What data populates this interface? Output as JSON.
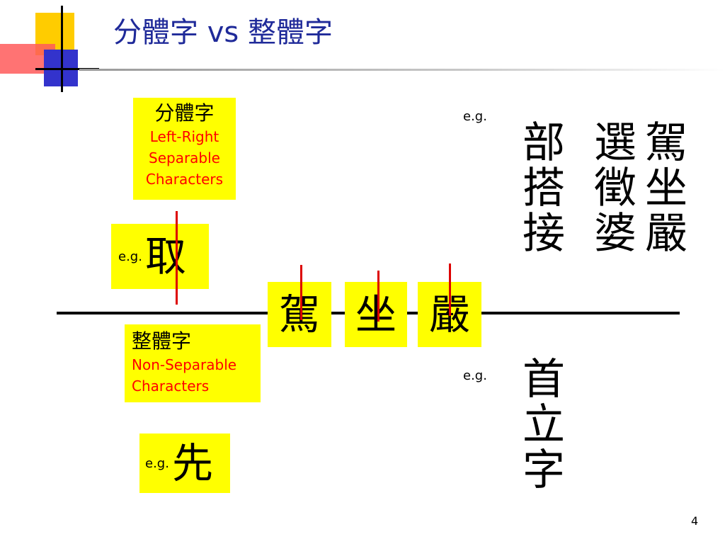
{
  "slide": {
    "title": "分體字 vs 整體字",
    "page_number": "4",
    "accent_color": "#1f2a99",
    "highlight_color": "#ffff00"
  },
  "separable": {
    "cjk_label": "分體字",
    "en_line1": "Left-Right",
    "en_line2": "Separable",
    "en_line3": "Characters",
    "example_eg": "e.g.",
    "example_char": "取"
  },
  "non_separable": {
    "cjk_label": "整體字",
    "en_line1": "Non-Separable",
    "en_line2": "Characters",
    "example_eg": "e.g.",
    "example_char": "先"
  },
  "middle": {
    "chars": [
      "駕",
      "坐",
      "嚴"
    ]
  },
  "right_top": {
    "eg": "e.g.",
    "col1": [
      "部",
      "搭",
      "接"
    ],
    "col2": [
      "選",
      "徵",
      "婆"
    ],
    "col3": [
      "駕",
      "坐",
      "嚴"
    ]
  },
  "right_bottom": {
    "eg": "e.g.",
    "col1": [
      "首",
      "立",
      "字"
    ]
  }
}
